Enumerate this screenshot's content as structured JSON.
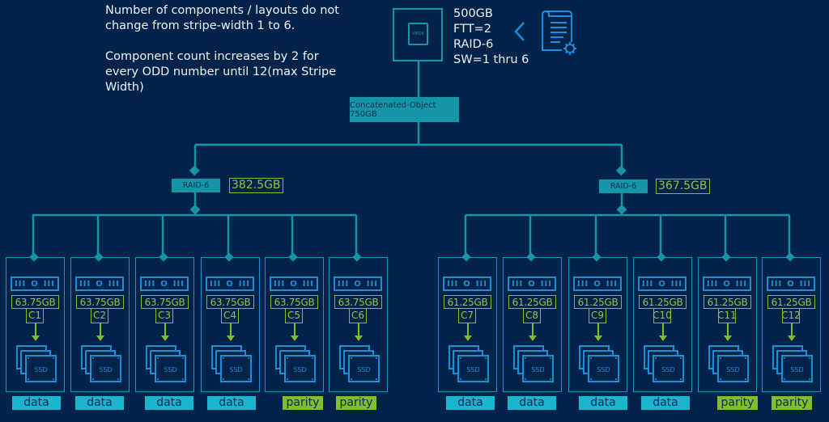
{
  "notes": {
    "line1": "Number of components / layouts do not change from stripe-width 1 to 6.",
    "line2": "Component count increases by 2 for every ODD number until 12(max Stripe Width)"
  },
  "vmdk": {
    "label": "VMDK",
    "props": [
      "500GB",
      "FTT=2",
      "RAID-6",
      "SW=1 thru 6"
    ],
    "policy_icon": "storage-policy-document-gear-icon",
    "chevron_icon": "chevron-left-icon"
  },
  "concat": {
    "label": "Concatenated-Object 750GB"
  },
  "colors": {
    "background": "#02234a",
    "line": "#1795a8",
    "host": "#1a8fd6",
    "capacity": "#8cc63f",
    "data_tag": "#19b5cf",
    "parity_tag": "#7fbf2a"
  },
  "groups": [
    {
      "raid_label": "RAID-6",
      "capacity": "382.5GB",
      "components": [
        {
          "size": "63.75GB",
          "id": "C1",
          "role": "data",
          "disk": "SSD"
        },
        {
          "size": "63.75GB",
          "id": "C2",
          "role": "data",
          "disk": "SSD"
        },
        {
          "size": "63.75GB",
          "id": "C3",
          "role": "data",
          "disk": "SSD"
        },
        {
          "size": "63.75GB",
          "id": "C4",
          "role": "data",
          "disk": "SSD"
        },
        {
          "size": "63.75GB",
          "id": "C5",
          "role": "parity",
          "disk": "SSD"
        },
        {
          "size": "63.75GB",
          "id": "C6",
          "role": "parity",
          "disk": "SSD"
        }
      ]
    },
    {
      "raid_label": "RAID-6",
      "capacity": "367.5GB",
      "components": [
        {
          "size": "61.25GB",
          "id": "C7",
          "role": "data",
          "disk": "SSD"
        },
        {
          "size": "61.25GB",
          "id": "C8",
          "role": "data",
          "disk": "SSD"
        },
        {
          "size": "61.25GB",
          "id": "C9",
          "role": "data",
          "disk": "SSD"
        },
        {
          "size": "61.25GB",
          "id": "C10",
          "role": "data",
          "disk": "SSD"
        },
        {
          "size": "61.25GB",
          "id": "C11",
          "role": "parity",
          "disk": "SSD"
        },
        {
          "size": "61.25GB",
          "id": "C12",
          "role": "parity",
          "disk": "SSD"
        }
      ]
    }
  ],
  "server_glyph": "III O III"
}
